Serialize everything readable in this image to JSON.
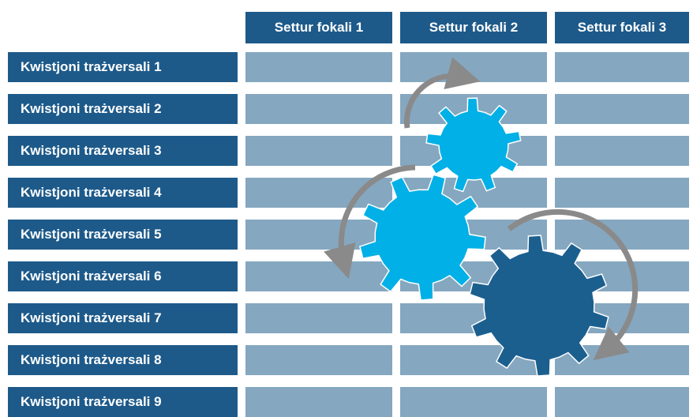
{
  "columns": [
    {
      "label": "Settur fokali 1"
    },
    {
      "label": "Settur fokali 2"
    },
    {
      "label": "Settur fokali 3"
    }
  ],
  "rows": [
    {
      "label": "Kwistjoni trażversali 1"
    },
    {
      "label": "Kwistjoni trażversali 2"
    },
    {
      "label": "Kwistjoni trażversali 3"
    },
    {
      "label": "Kwistjoni trażversali 4"
    },
    {
      "label": "Kwistjoni trażversali 5"
    },
    {
      "label": "Kwistjoni trażversali 6"
    },
    {
      "label": "Kwistjoni trażversali 7"
    },
    {
      "label": "Kwistjoni trażversali 8"
    },
    {
      "label": "Kwistjoni trażversali 9"
    }
  ],
  "colors": {
    "header": "#1d5a8a",
    "cell": "#85a7c0",
    "gear_light": "#00b0e6",
    "gear_dark": "#1b5f8f",
    "arrow": "#8a8a8a"
  }
}
